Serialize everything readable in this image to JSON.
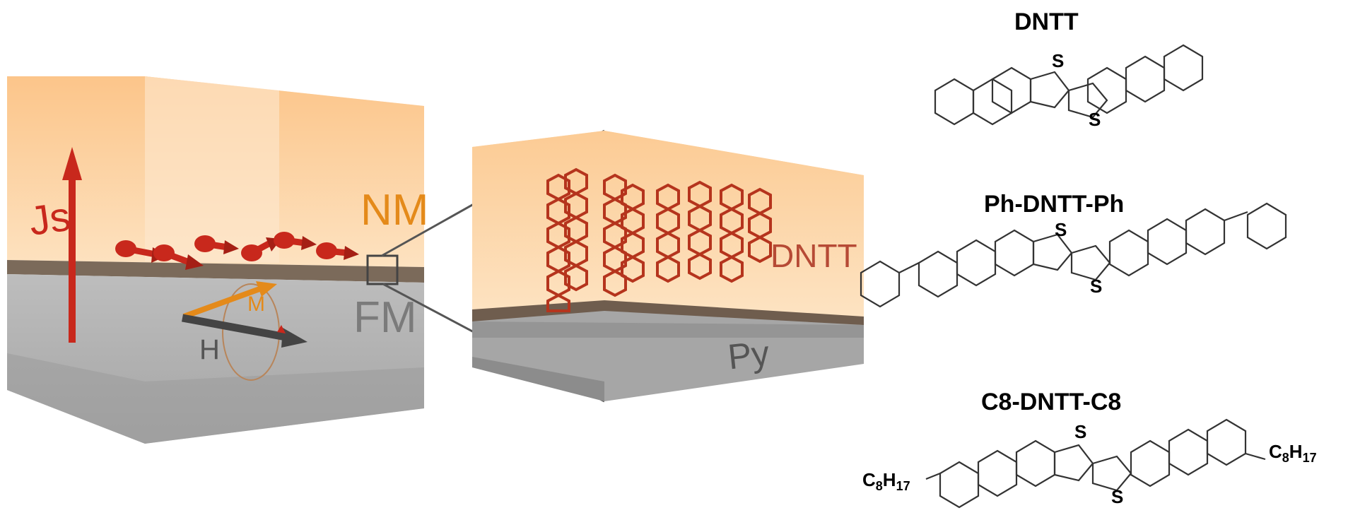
{
  "left_block": {
    "top_layer_label": "NM",
    "bottom_layer_label": "FM",
    "spin_current_label": "Js",
    "magnetization_label": "M",
    "field_label": "H"
  },
  "zoom_block": {
    "top_layer_label": "DNTT",
    "bottom_layer_label": "Py"
  },
  "molecules": [
    {
      "title": "DNTT",
      "atoms": [
        "S",
        "S"
      ]
    },
    {
      "title": "Ph-DNTT-Ph",
      "atoms": [
        "S",
        "S"
      ]
    },
    {
      "title": "C8-DNTT-C8",
      "atoms": [
        "S",
        "S"
      ],
      "substituent": "C8H17",
      "substituent_main": "C",
      "substituent_n1": "8",
      "substituent_h": "H",
      "substituent_n2": "17"
    }
  ],
  "colors": {
    "nm_orange": "#fbd3a2",
    "fm_gray": "#a8a8a8",
    "spin_red": "#c8281c",
    "molecule_red": "#b5341d"
  }
}
